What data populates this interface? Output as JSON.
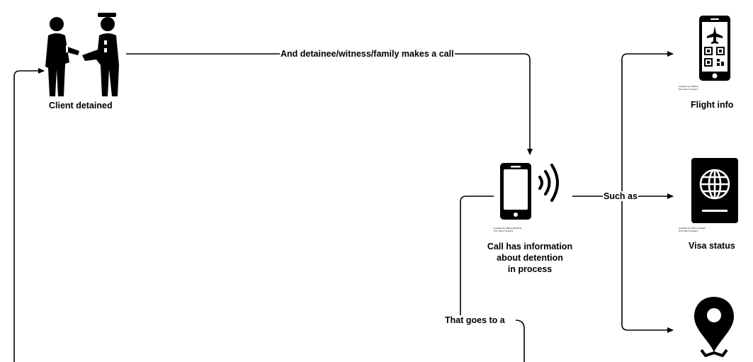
{
  "nodes": {
    "client_detained": "Client detained",
    "call_info_line1": "Call has information",
    "call_info_line2": "about detention",
    "call_info_line3": "in process",
    "flight_info": "Flight info",
    "visa_status": "Visa status"
  },
  "edges": {
    "makes_call": "And detainee/witness/family makes a call",
    "such_as": "Such as",
    "goes_to": "That goes to a"
  },
  "credits": {
    "phone_call_line1": "Created by Bettys Berthes",
    "phone_call_line2": "from Noun Project",
    "flight_line1": "Created by Tiffany",
    "flight_line2": "from Noun Project",
    "passport_line1": "Created by Arthur Kristen",
    "passport_line2": "from Noun Project"
  },
  "colors": {
    "ink": "#000000",
    "background": "#ffffff"
  },
  "icons": [
    "police-arrest-icon",
    "phone-call-icon",
    "flight-ticket-phone-icon",
    "passport-icon",
    "location-pin-icon"
  ]
}
